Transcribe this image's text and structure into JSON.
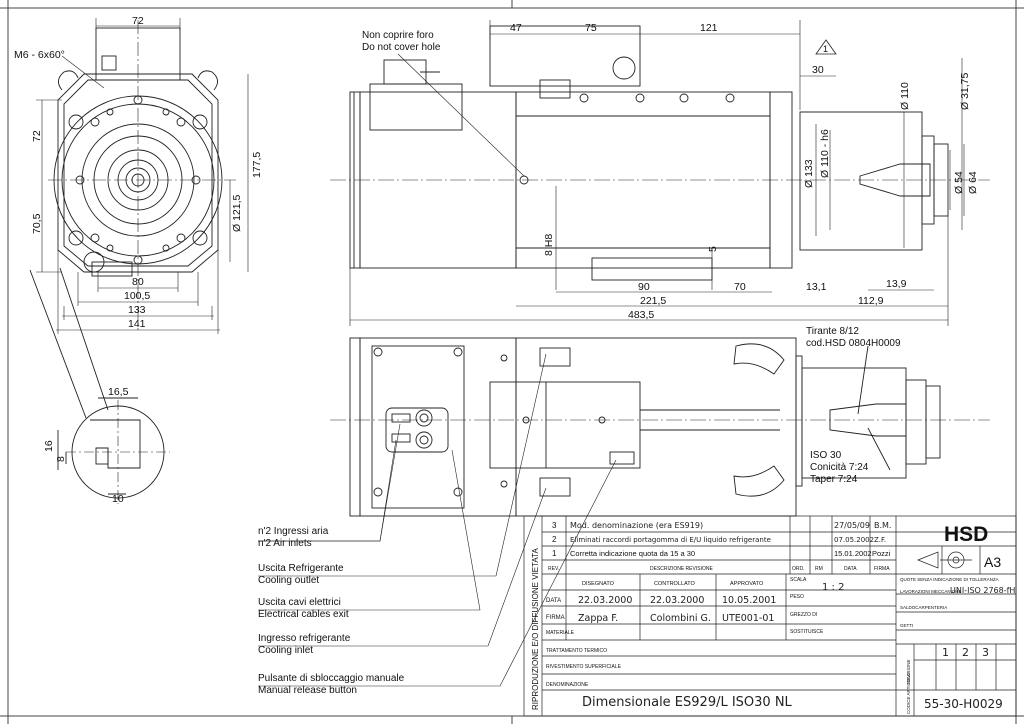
{
  "dims": {
    "front_72_top": "72",
    "front_thread": "M6 - 6x60°",
    "front_72_left": "72",
    "front_705": "70,5",
    "front_1775": "177,5",
    "front_d1215": "Ø 121,5",
    "front_80": "80",
    "front_1005": "100,5",
    "front_133": "133",
    "front_141": "141",
    "side_47": "47",
    "side_75": "75",
    "side_121": "121",
    "side_30": "30",
    "side_d110": "Ø 110",
    "side_d3175": "Ø 31,75",
    "side_d133": "Ø 133",
    "side_d110h6": "Ø 110 - h6",
    "side_d54": "Ø 54",
    "side_d64": "Ø 64",
    "side_8h8": "8 H8",
    "side_5": "5",
    "side_90": "90",
    "side_70": "70",
    "side_2215": "221,5",
    "side_4835": "483,5",
    "side_131": "13,1",
    "side_139": "13,9",
    "side_1129": "112,9",
    "detail_165": "16,5",
    "detail_16": "16",
    "detail_8": "8",
    "detail_10": "10",
    "revision_triangle": "1"
  },
  "notes": {
    "hole_it": "Non coprire foro",
    "hole_en": "Do not cover hole",
    "tirante_1": "Tirante 8/12",
    "tirante_2": "cod.HSD 0804H0009",
    "iso_1": "ISO 30",
    "iso_2": "Conicità 7:24",
    "iso_3": "Taper    7:24"
  },
  "callouts": [
    {
      "it": "n'2 Ingressi aria",
      "en": "n'2 Air inlets"
    },
    {
      "it": "Uscita Refrigerante",
      "en": "Cooling outlet"
    },
    {
      "it": "Uscita cavi elettrici",
      "en": "Electrical cables exit"
    },
    {
      "it": "Ingresso refrigerante",
      "en": "Cooling inlet"
    },
    {
      "it": "Pulsante di sbloccaggio manuale",
      "en": "Manual release button"
    }
  ],
  "title_block": {
    "side_text": "RIPRODUZIONE E/O DIFFUSIONE VIETATA",
    "revisions": [
      {
        "rev": "3",
        "desc": "Mod. denominazione (era ES919)",
        "date": "27/05/09",
        "sign": "B.M."
      },
      {
        "rev": "2",
        "desc": "Eliminati raccordi portagomma di E/U liquido refrigerante",
        "date": "07.05.2002",
        "sign": "Z.F."
      },
      {
        "rev": "1",
        "desc": "Corretta indicazione quota da 15 a 30",
        "date": "15.01.2002",
        "sign": "Pozzi"
      }
    ],
    "rev_headers": {
      "rev": "REV.",
      "desc": "DESCRIZIONE REVISIONE",
      "ord": "ORD.",
      "rm": "RM",
      "data": "DATA",
      "firma": "FIRMA"
    },
    "brand": "HSD",
    "sheet_size": "A3",
    "table_headers": {
      "disegnato": "DISEGNATO",
      "controllato": "CONTROLLATO",
      "approvato": "APPROVATO"
    },
    "row_data_label": "DATA",
    "row_firma_label": "FIRMA",
    "date_drawn": "22.03.2000",
    "date_checked": "22.03.2000",
    "date_approved": "10.05.2001",
    "sign_drawn": "Zappa F.",
    "sign_checked": "Colombini G.",
    "sign_approved": "UTE001-01",
    "scala_label": "SCALA",
    "scala_value": "1 : 2",
    "peso_label": "PESO",
    "grezzo_label": "GREZZO DI",
    "sostituisce_label": "SOSTITUISCE",
    "materiale_label": "MATERIALE",
    "trattamento_label": "TRATTAMENTO TERMICO",
    "rivestimento_label": "RIVESTIMENTO SUPERFICIALE",
    "denominazione_label": "DENOMINAZIONE",
    "tolleranze_label": "QUOTE SENZA INDICAZIONE DI TOLLERANZA",
    "lavorazioni_label": "LAVORAZIONI MECCANICHE",
    "iso_norm": "UNI-ISO 2768-fH",
    "saldocarpenteria_label": "SALDOCARPENTERIA",
    "getti_label": "GETTI",
    "revisione_label": "REVISIONE",
    "revisione_values": [
      "1",
      "2",
      "3"
    ],
    "codice_label": "CODICE ARTICOLO",
    "title": "Dimensionale  ES929/L ISO30 NL",
    "code": "55-30-H0029"
  }
}
